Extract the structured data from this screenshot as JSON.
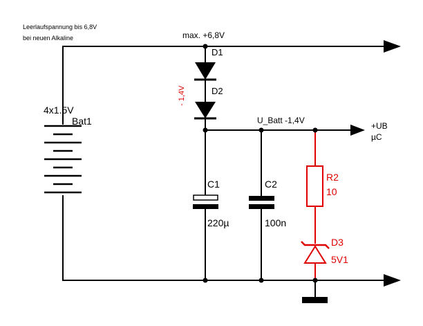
{
  "notes": {
    "line1": "Leerlaufspannung bis 6,8V",
    "line2": "bei neuen Alkaline"
  },
  "nets": {
    "top": "max. +6,8V",
    "batt": "U_Batt -1,4V",
    "out_line1": "+UB",
    "out_line2": "µC"
  },
  "battery": {
    "value": "4x1.5V",
    "ref": "Bat1"
  },
  "diodes": {
    "d1": "D1",
    "d2": "D2",
    "drop": "- 1,4V"
  },
  "c1": {
    "ref": "C1",
    "value": "220µ"
  },
  "c2": {
    "ref": "C2",
    "value": "100n"
  },
  "r2": {
    "ref": "R2",
    "value": "10"
  },
  "d3": {
    "ref": "D3",
    "value": "5V1"
  },
  "colors": {
    "wire": "#000000",
    "highlight": "#e00000"
  }
}
